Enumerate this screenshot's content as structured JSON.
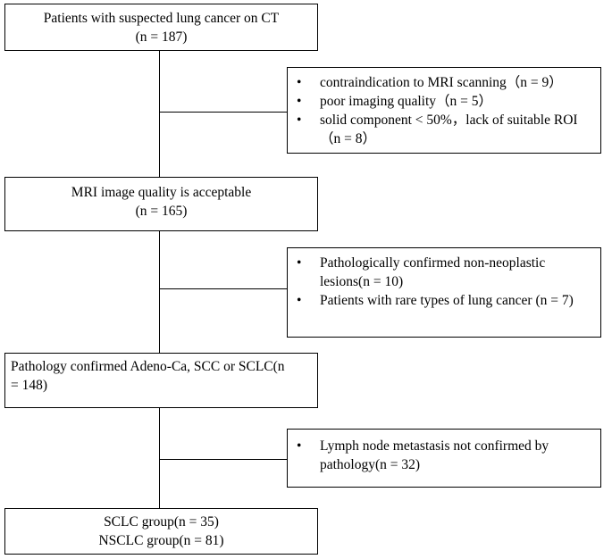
{
  "box1": {
    "line1": "Patients with suspected lung cancer on CT",
    "line2": "(n = 187)"
  },
  "excl1": {
    "items": [
      "contraindication to MRI scanning（n = 9）",
      "poor imaging quality（n = 5）",
      "solid component < 50%，lack of suitable ROI（n = 8）"
    ]
  },
  "box2": {
    "line1": "MRI image quality is acceptable",
    "line2": "(n = 165)"
  },
  "excl2": {
    "items": [
      "Pathologically confirmed non-neoplastic lesions(n = 10)",
      "Patients with rare types of lung cancer (n = 7)"
    ]
  },
  "box3": {
    "text": "Pathology confirmed Adeno-Ca, SCC or SCLC(n = 148)"
  },
  "excl3": {
    "items": [
      "Lymph node metastasis not confirmed by pathology(n = 32)"
    ]
  },
  "box4": {
    "line1": "SCLC group(n = 35)",
    "line2": "NSCLC group(n = 81)"
  }
}
